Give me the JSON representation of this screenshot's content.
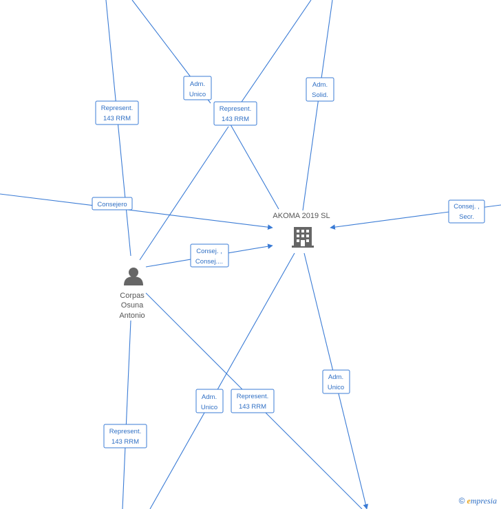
{
  "colors": {
    "edge": "#3a7bd5",
    "label_text": "#2f6fc4",
    "node_icon": "#666666"
  },
  "nodes": {
    "company": {
      "label": "AKOMA 2019  SL",
      "icon": "building-icon"
    },
    "person": {
      "label_lines": [
        "Corpas",
        "Osuna",
        "Antonio"
      ],
      "icon": "person-icon"
    }
  },
  "edge_labels": [
    {
      "id": "adm-unico-top",
      "lines": [
        "Adm.",
        "Unico"
      ]
    },
    {
      "id": "represent-top-left",
      "lines": [
        "Represent.",
        "143 RRM"
      ]
    },
    {
      "id": "represent-top-center",
      "lines": [
        "Represent.",
        "143 RRM"
      ]
    },
    {
      "id": "adm-solid",
      "lines": [
        "Adm.",
        "Solid."
      ]
    },
    {
      "id": "consejero",
      "lines": [
        "Consejero"
      ]
    },
    {
      "id": "consej-secr",
      "lines": [
        "Consej. ,",
        "Secr."
      ]
    },
    {
      "id": "consej-consej",
      "lines": [
        "Consej. ,",
        "Consej...."
      ]
    },
    {
      "id": "adm-unico-bottom-right",
      "lines": [
        "Adm.",
        "Unico"
      ]
    },
    {
      "id": "adm-unico-bottom-center",
      "lines": [
        "Adm.",
        "Unico"
      ]
    },
    {
      "id": "represent-bottom-center",
      "lines": [
        "Represent.",
        "143 RRM"
      ]
    },
    {
      "id": "represent-bottom-left",
      "lines": [
        "Represent.",
        "143 RRM"
      ]
    }
  ],
  "brand": {
    "copyright": "©",
    "initial": "e",
    "name": "mpresia"
  }
}
